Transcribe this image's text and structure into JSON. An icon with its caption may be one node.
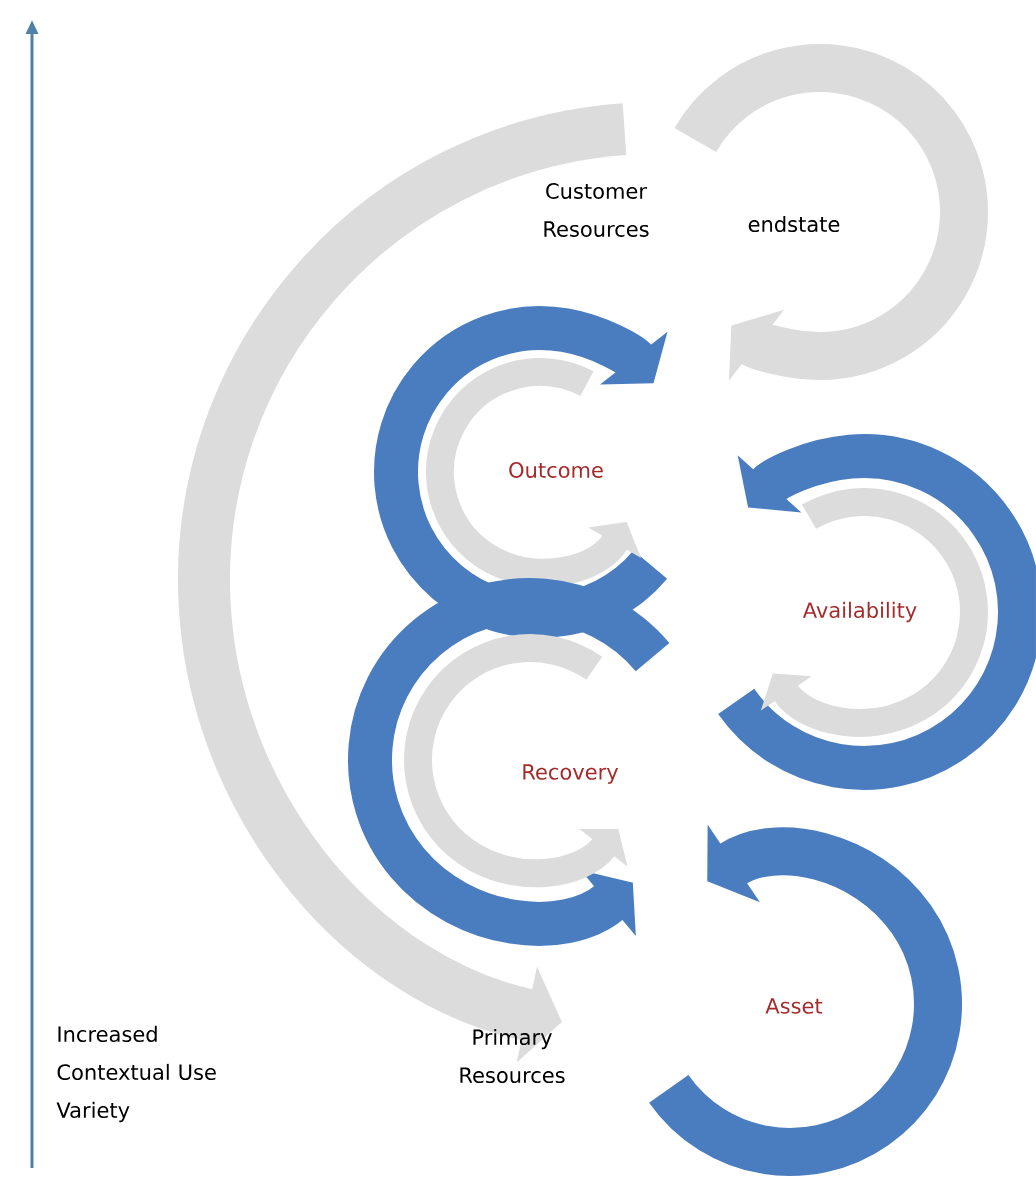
{
  "diagram": {
    "labels": [
      "Customer Resources",
      "endstate",
      "Outcome",
      "Availability",
      "Recovery",
      "Asset",
      "Increased Contextual Use Variety",
      "Primary Resources"
    ]
  }
}
